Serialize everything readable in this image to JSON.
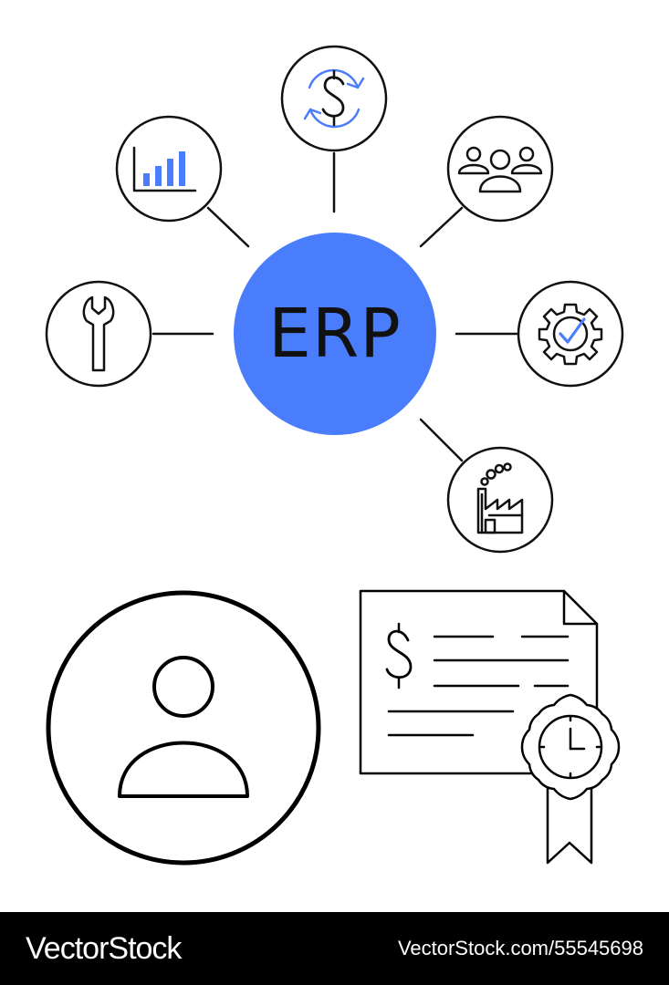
{
  "diagram": {
    "hub_label": "ERP",
    "nodes": [
      {
        "id": "finance",
        "icon": "dollar-cycle-icon"
      },
      {
        "id": "analytics",
        "icon": "bar-chart-icon"
      },
      {
        "id": "hr",
        "icon": "people-group-icon"
      },
      {
        "id": "maintenance",
        "icon": "wrench-icon"
      },
      {
        "id": "quality",
        "icon": "gear-check-icon"
      },
      {
        "id": "manufacturing",
        "icon": "factory-icon"
      }
    ],
    "lower": [
      {
        "id": "user",
        "icon": "user-avatar-icon"
      },
      {
        "id": "invoice",
        "icon": "invoice-certificate-icon"
      }
    ]
  },
  "colors": {
    "accent": "#4a7dfc",
    "stroke": "#111111",
    "footer_bg": "#000000",
    "footer_text": "#ffffff"
  },
  "footer": {
    "brand": "VectorStock",
    "stock_id": "VectorStock.com/55545698"
  }
}
